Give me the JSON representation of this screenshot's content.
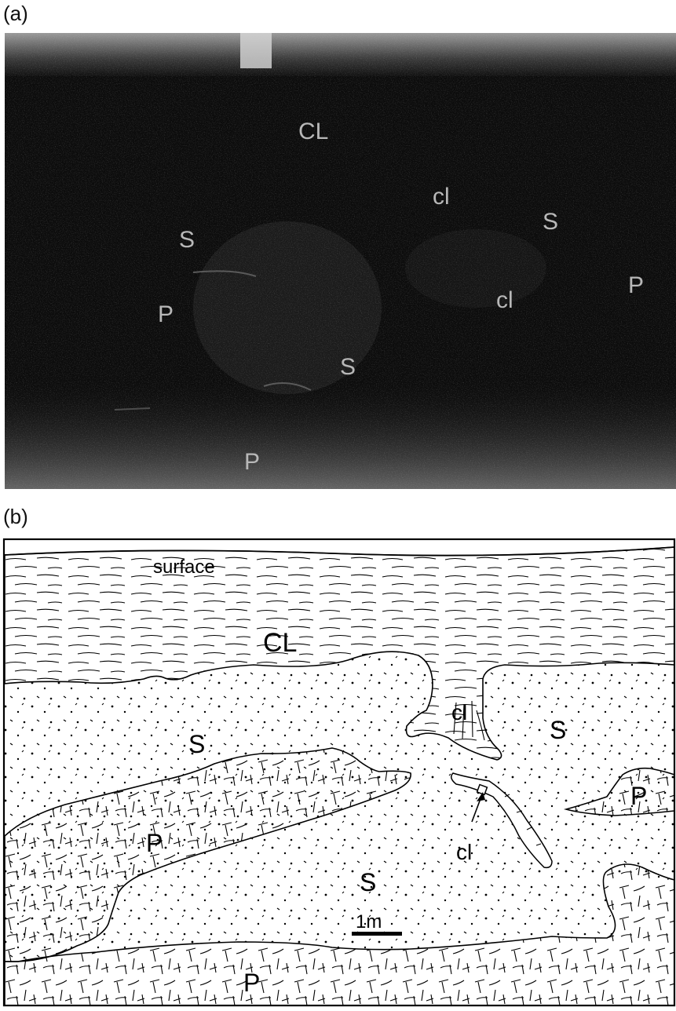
{
  "figure": {
    "panel_a": {
      "letter": "(a)",
      "labels": {
        "cl_upper": "CL",
        "cl_small_1": "cl",
        "cl_small_2": "cl",
        "s_left": "S",
        "s_right": "S",
        "s_center": "S",
        "p_left": "P",
        "p_right": "P",
        "p_bottom": "P"
      }
    },
    "panel_b": {
      "letter": "(b)",
      "labels": {
        "surface": "surface",
        "cl_upper": "CL",
        "cl_wedge": "cl",
        "s_left": "S",
        "s_right": "S",
        "p_right": "P",
        "p_left": "P",
        "s_center": "S",
        "cl_vein": "cl",
        "scale": "1m",
        "p_bottom": "P"
      }
    }
  }
}
